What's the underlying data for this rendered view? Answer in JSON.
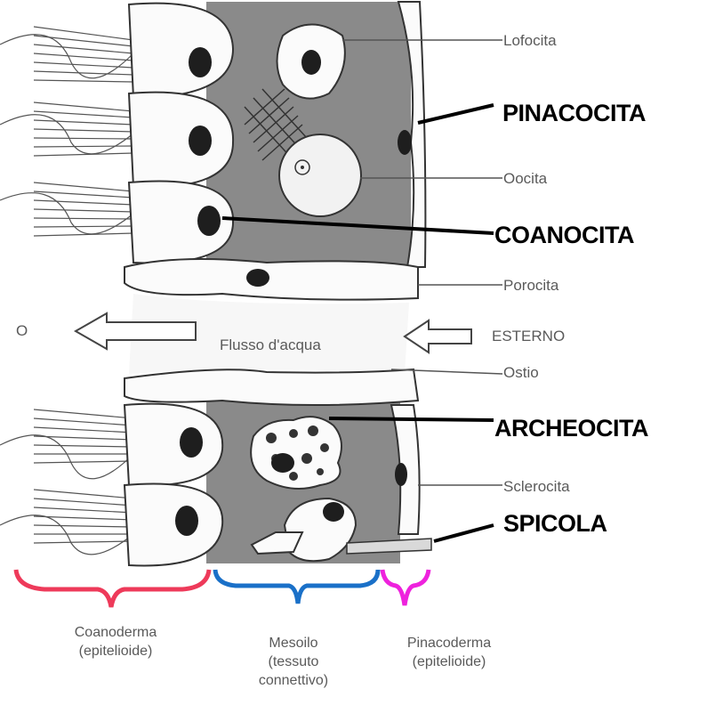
{
  "labels": {
    "lofocita": "Lofocita",
    "oocita": "Oocita",
    "porocita": "Porocita",
    "esterno": "ESTERNO",
    "flusso": "Flusso d'acqua",
    "ostio": "Ostio",
    "sclerocita": "Sclerocita",
    "o_mark": "O"
  },
  "callouts": {
    "pinacocita": "PINACOCITA",
    "coanocita": "COANOCITA",
    "archeocita": "ARCHEOCITA",
    "spicola": "SPICOLA"
  },
  "layers": {
    "coanoderma": {
      "line1": "Coanoderma",
      "line2": "(epitelioide)",
      "brace_color": "#ee3a5a"
    },
    "mesoilo": {
      "line1": "Mesoilo",
      "line2": "(tessuto",
      "line3": "connettivo)",
      "brace_color": "#1a70c8"
    },
    "pinacoderma": {
      "line1": "Pinacoderma",
      "line2": "(epitelioide)",
      "brace_color": "#ee22dd"
    }
  },
  "colors": {
    "mesohyl": "#8a8a8a",
    "cell_fill": "#fbfbfb",
    "nucleus": "#1e1e1e",
    "outline": "#333333"
  }
}
